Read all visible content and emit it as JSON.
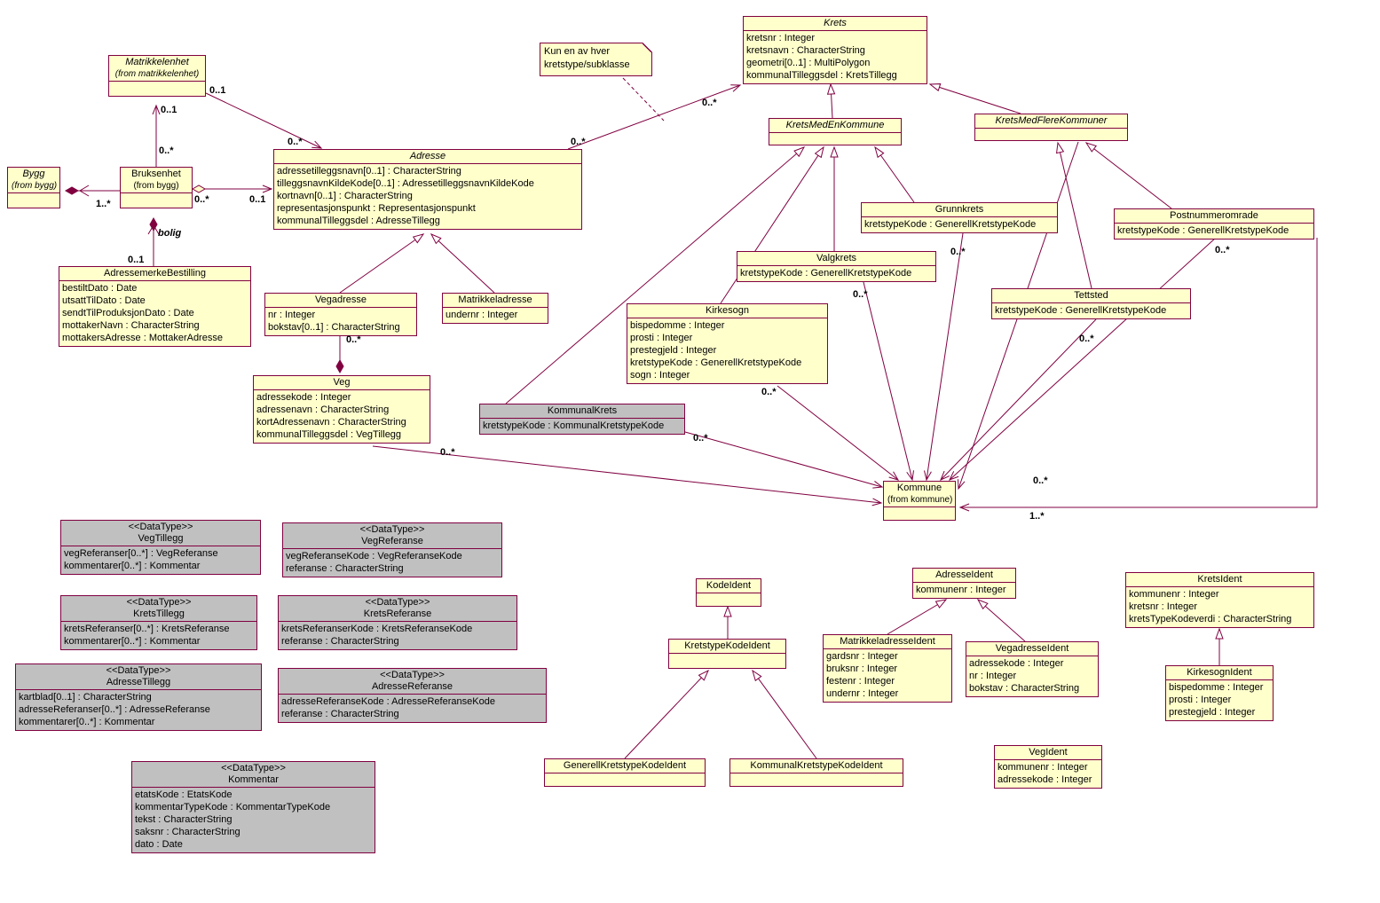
{
  "diagram": {
    "title": "UML class diagram - adresse/krets model",
    "colors": {
      "line": "#800040",
      "class_fill": "#FFFFCC",
      "datatype_fill": "#C0C0C0",
      "text": "#000000"
    },
    "note": {
      "text": "Kun en av hver kretstype/subklasse"
    },
    "classes": [
      {
        "id": "krets",
        "name": "Krets",
        "abstract": true,
        "attributes": [
          "kretsnr : Integer",
          "kretsnavn : CharacterString",
          "geometri[0..1] : MultiPolygon",
          "kommunalTilleggsdel : KretsTillegg"
        ]
      },
      {
        "id": "matrikkelenhet",
        "name": "Matrikkelenhet",
        "from": "(from matrikkelenhet)",
        "abstract": true,
        "attributes": []
      },
      {
        "id": "bygg",
        "name": "Bygg",
        "from": "(from bygg)",
        "abstract": true,
        "attributes": []
      },
      {
        "id": "bruksenhet",
        "name": "Bruksenhet",
        "from": "(from bygg)",
        "attributes": []
      },
      {
        "id": "adresse",
        "name": "Adresse",
        "abstract": true,
        "attributes": [
          "adressetilleggsnavn[0..1] : CharacterString",
          "tilleggsnavnKildeKode[0..1] : AdressetilleggsnavnKildeKode",
          "kortnavn[0..1] : CharacterString",
          "representasjonspunkt : Representasjonspunkt",
          "kommunalTilleggsdel : AdresseTillegg"
        ]
      },
      {
        "id": "kretsMedEnKommune",
        "name": "KretsMedEnKommune",
        "abstract": true,
        "attributes": []
      },
      {
        "id": "kretsMedFlereKommuner",
        "name": "KretsMedFlereKommuner",
        "abstract": true,
        "attributes": []
      },
      {
        "id": "grunnkrets",
        "name": "Grunnkrets",
        "attributes": [
          "kretstypeKode : GenerellKretstypeKode"
        ]
      },
      {
        "id": "valgkrets",
        "name": "Valgkrets",
        "attributes": [
          "kretstypeKode : GenerellKretstypeKode"
        ]
      },
      {
        "id": "kirkesogn",
        "name": "Kirkesogn",
        "attributes": [
          "bispedomme : Integer",
          "prosti : Integer",
          "prestegjeld : Integer",
          "kretstypeKode : GenerellKretstypeKode",
          "sogn : Integer"
        ]
      },
      {
        "id": "postnummeromrade",
        "name": "Postnummeromrade",
        "attributes": [
          "kretstypeKode : GenerellKretstypeKode"
        ]
      },
      {
        "id": "tettsted",
        "name": "Tettsted",
        "attributes": [
          "kretstypeKode : GenerellKretstypeKode"
        ]
      },
      {
        "id": "adressemerkeBestilling",
        "name": "AdressemerkeBestilling",
        "attributes": [
          "bestiltDato : Date",
          "utsattTilDato : Date",
          "sendtTilProduksjonDato : Date",
          "mottakerNavn : CharacterString",
          "mottakersAdresse : MottakerAdresse"
        ]
      },
      {
        "id": "vegadresse",
        "name": "Vegadresse",
        "attributes": [
          "nr : Integer",
          "bokstav[0..1] : CharacterString"
        ]
      },
      {
        "id": "matrikkeladresse",
        "name": "Matrikkeladresse",
        "attributes": [
          "undernr : Integer"
        ]
      },
      {
        "id": "veg",
        "name": "Veg",
        "attributes": [
          "adressekode : Integer",
          "adressenavn : CharacterString",
          "kortAdressenavn : CharacterString",
          "kommunalTilleggsdel : VegTillegg"
        ]
      },
      {
        "id": "kommunalKrets",
        "name": "KommunalKrets",
        "gray": true,
        "attributes": [
          "kretstypeKode : KommunalKretstypeKode"
        ]
      },
      {
        "id": "kommune",
        "name": "Kommune",
        "from": "(from kommune)",
        "attributes": []
      },
      {
        "id": "vegTillegg",
        "stereotype": "<<DataType>>",
        "name": "VegTillegg",
        "gray": true,
        "attributes": [
          "vegReferanser[0..*] : VegReferanse",
          "kommentarer[0..*] : Kommentar"
        ]
      },
      {
        "id": "vegReferanse",
        "stereotype": "<<DataType>>",
        "name": "VegReferanse",
        "gray": true,
        "attributes": [
          "vegReferanseKode : VegReferanseKode",
          "referanse : CharacterString"
        ]
      },
      {
        "id": "kretsTillegg",
        "stereotype": "<<DataType>>",
        "name": "KretsTillegg",
        "gray": true,
        "attributes": [
          "kretsReferanser[0..*] : KretsReferanse",
          "kommentarer[0..*] : Kommentar"
        ]
      },
      {
        "id": "kretsReferanse",
        "stereotype": "<<DataType>>",
        "name": "KretsReferanse",
        "gray": true,
        "attributes": [
          "kretsReferanserKode : KretsReferanseKode",
          "referanse : CharacterString"
        ]
      },
      {
        "id": "adresseTillegg",
        "stereotype": "<<DataType>>",
        "name": "AdresseTillegg",
        "gray": true,
        "attributes": [
          "kartblad[0..1] : CharacterString",
          "adresseReferanser[0..*] : AdresseReferanse",
          "kommentarer[0..*] : Kommentar"
        ]
      },
      {
        "id": "adresseReferanse",
        "stereotype": "<<DataType>>",
        "name": "AdresseReferanse",
        "gray": true,
        "attributes": [
          "adresseReferanseKode : AdresseReferanseKode",
          "referanse : CharacterString"
        ]
      },
      {
        "id": "kommentar",
        "stereotype": "<<DataType>>",
        "name": "Kommentar",
        "gray": true,
        "attributes": [
          "etatsKode : EtatsKode",
          "kommentarTypeKode : KommentarTypeKode",
          "tekst : CharacterString",
          "saksnr : CharacterString",
          "dato : Date"
        ]
      },
      {
        "id": "kodeIdent",
        "name": "KodeIdent",
        "attributes": []
      },
      {
        "id": "kretstypeKodeIdent",
        "name": "KretstypeKodeIdent",
        "attributes": []
      },
      {
        "id": "generellKretstypeKodeIdent",
        "name": "GenerellKretstypeKodeIdent",
        "attributes": []
      },
      {
        "id": "kommunalKretstypeKodeIdent",
        "name": "KommunalKretstypeKodeIdent",
        "attributes": []
      },
      {
        "id": "adresseIdent",
        "name": "AdresseIdent",
        "attributes": [
          "kommunenr : Integer"
        ]
      },
      {
        "id": "matrikkeladresseIdent",
        "name": "MatrikkeladresseIdent",
        "attributes": [
          "gardsnr : Integer",
          "bruksnr : Integer",
          "festenr : Integer",
          "undernr : Integer"
        ]
      },
      {
        "id": "vegadresseIdent",
        "name": "VegadresseIdent",
        "attributes": [
          "adressekode : Integer",
          "nr : Integer",
          "bokstav : CharacterString"
        ]
      },
      {
        "id": "kretsIdent",
        "name": "KretsIdent",
        "attributes": [
          "kommunenr : Integer",
          "kretsnr : Integer",
          "kretsTypeKodeverdi : CharacterString"
        ]
      },
      {
        "id": "kirkesognIdent",
        "name": "KirkesognIdent",
        "attributes": [
          "bispedomme : Integer",
          "prosti : Integer",
          "prestegjeld : Integer"
        ]
      },
      {
        "id": "vegIdent",
        "name": "VegIdent",
        "attributes": [
          "kommunenr : Integer",
          "adressekode : Integer"
        ]
      }
    ],
    "labels": [
      {
        "id": "l1",
        "text": "0..1"
      },
      {
        "id": "l2",
        "text": "0..1"
      },
      {
        "id": "l3",
        "text": "0..*"
      },
      {
        "id": "l4",
        "text": "0..*"
      },
      {
        "id": "l5",
        "text": "0..*"
      },
      {
        "id": "l6",
        "text": "0..*"
      },
      {
        "id": "l7",
        "text": "1..*"
      },
      {
        "id": "l8",
        "text": "0..*"
      },
      {
        "id": "l9",
        "text": "0..1"
      },
      {
        "id": "l10",
        "text": "bolig",
        "role": true,
        "italic": true
      },
      {
        "id": "l11",
        "text": "0..1"
      },
      {
        "id": "l12",
        "text": "0..*"
      },
      {
        "id": "l13",
        "text": "0..*"
      },
      {
        "id": "l14",
        "text": "0..*"
      },
      {
        "id": "l15",
        "text": "0..*"
      },
      {
        "id": "l16",
        "text": "0..*"
      },
      {
        "id": "l17",
        "text": "0..*"
      },
      {
        "id": "l18",
        "text": "0..*"
      },
      {
        "id": "l19",
        "text": "0..*"
      },
      {
        "id": "l20",
        "text": "0..*"
      },
      {
        "id": "l21",
        "text": "1..*"
      }
    ]
  }
}
